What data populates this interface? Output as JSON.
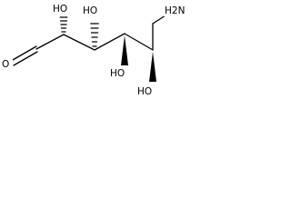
{
  "molecule": {
    "atoms": {
      "aldehyde_o": "O",
      "c2_oh": "HO",
      "c3_oh": "HO",
      "amine": "H2N",
      "c4_oh": "HO",
      "c5_oh": "HO"
    }
  },
  "colors": {
    "ink": "#000000",
    "background": "#ffffff"
  }
}
